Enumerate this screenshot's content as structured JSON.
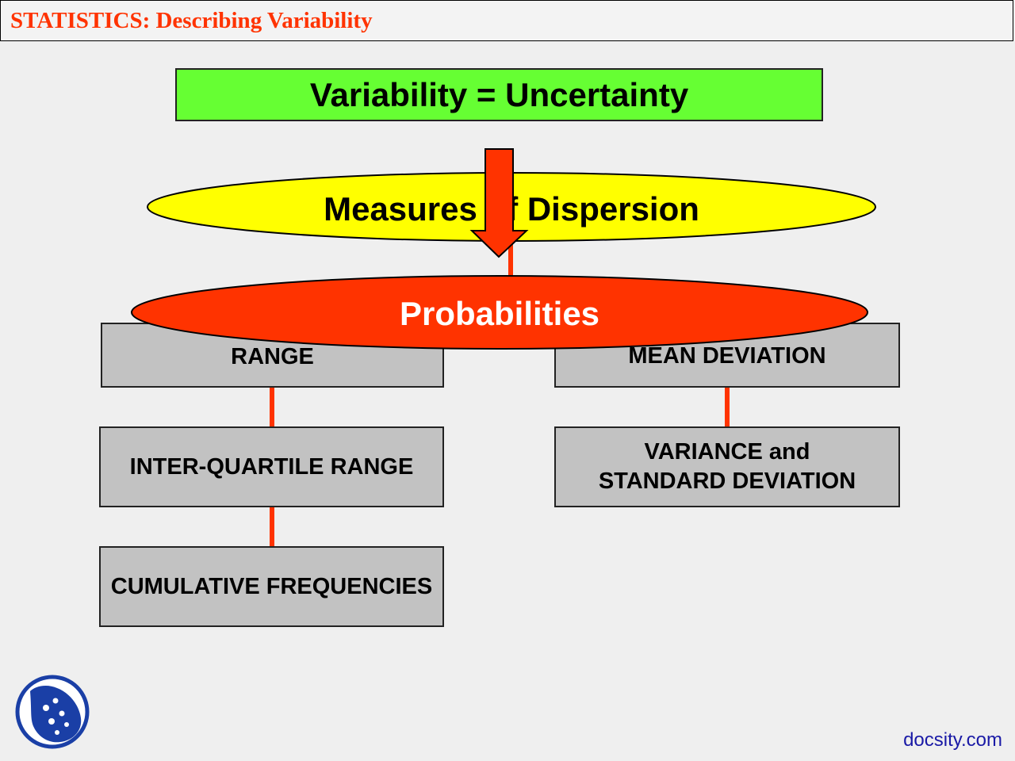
{
  "header": {
    "title": "STATISTICS: Describing Variability"
  },
  "diagram": {
    "top_box": "Variability = Uncertainty",
    "ellipse_measures": "Measures of Dispersion",
    "ellipse_probabilities": "Probabilities",
    "left_column": [
      "RANGE",
      "INTER-QUARTILE RANGE",
      "CUMULATIVE FREQUENCIES"
    ],
    "right_column": [
      "MEAN DEVIATION",
      "VARIANCE and",
      "STANDARD DEVIATION"
    ]
  },
  "footer": {
    "brand": "docsity.com"
  },
  "colors": {
    "accent_red": "#ff3300",
    "green": "#66ff33",
    "yellow": "#ffff00",
    "gray_box": "#c2c2c2",
    "logo_blue": "#1a3fa6"
  },
  "icons": {
    "logo": "docsity-logo-icon"
  }
}
